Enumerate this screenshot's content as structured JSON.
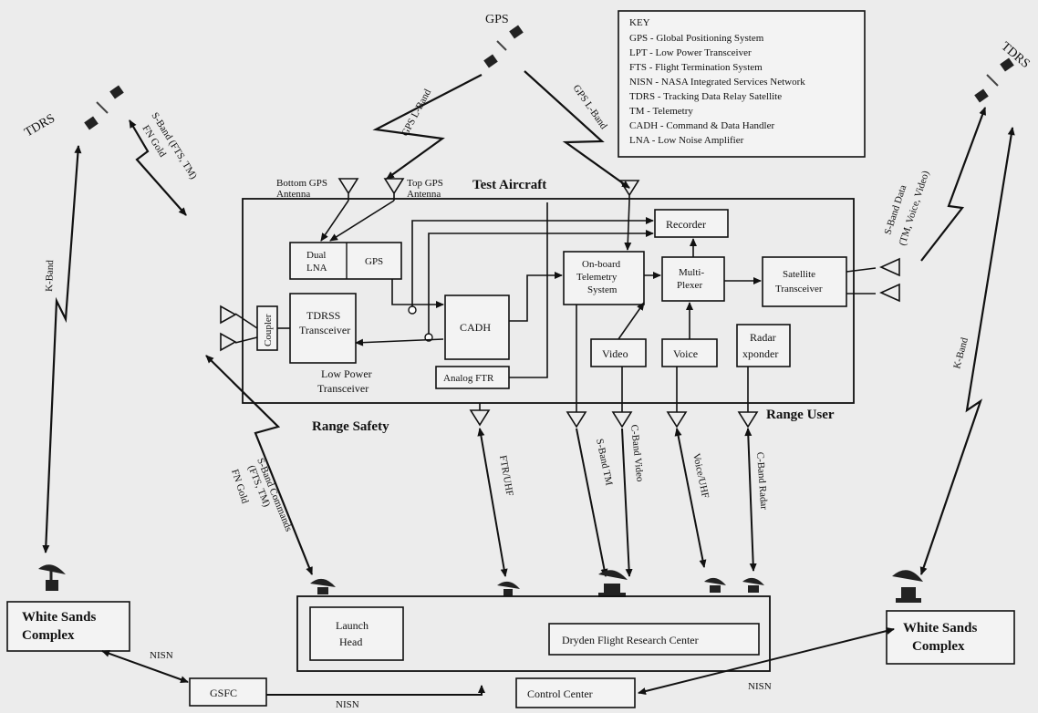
{
  "satellites": {
    "gps": "GPS",
    "tdrs_left": "TDRS",
    "tdrs_right": "TDRS"
  },
  "key": {
    "title": "KEY",
    "entries": [
      "GPS - Global Positioning System",
      "LPT - Low Power Transceiver",
      "FTS - Flight Termination System",
      "NISN - NASA Integrated Services Network",
      "TDRS - Tracking Data Relay Satellite",
      "TM - Telemetry",
      "CADH - Command & Data Handler",
      "LNA - Low Noise Amplifier"
    ]
  },
  "aircraft": {
    "title": "Test Aircraft",
    "range_safety": "Range Safety",
    "range_user": "Range User",
    "bottom_gps_antenna": [
      "Bottom GPS",
      "Antenna"
    ],
    "top_gps_antenna": [
      "Top GPS",
      "Antenna"
    ],
    "low_power_transceiver": [
      "Low Power",
      "Transceiver"
    ]
  },
  "blocks": {
    "dual_lna": [
      "Dual",
      "LNA"
    ],
    "gps": "GPS",
    "coupler": "Coupler",
    "tdrss_transceiver": [
      "TDRSS",
      "Transceiver"
    ],
    "cadh": "CADH",
    "analog_ftr": "Analog FTR",
    "recorder": "Recorder",
    "onboard_telemetry": [
      "On-board",
      "Telemetry",
      "System"
    ],
    "multiplexer": [
      "Multi-",
      "Plexer"
    ],
    "satellite_transceiver": [
      "Satellite",
      "Transceiver"
    ],
    "video": "Video",
    "voice": "Voice",
    "radar_xponder": [
      "Radar",
      "xponder"
    ]
  },
  "links": {
    "gps_l_band_left": "GPS L-Band",
    "gps_l_band_right": "GPS L-Band",
    "s_band_left": [
      "S-Band (FTS, TM)",
      "FN Gold"
    ],
    "k_band_left": "K-Band",
    "s_band_commands": [
      "S-Band Commands",
      "(FTS, TM)"
    ],
    "fn_gold": "FN Gold",
    "s_band_data": [
      "S-Band Data",
      "(TM, Voice, Video)"
    ],
    "k_band_right": "K-Band",
    "ftr_uhf": "FTR/UHF",
    "s_band_tm": "S-Band TM",
    "c_band_video": "C-Band Video",
    "voice_uhf": "Voice/UHF",
    "c_band_radar": "C-Band Radar",
    "nisn_left": "NISN",
    "nisn_bottom": "NISN",
    "nisn_right": "NISN"
  },
  "ground": {
    "white_sands_left": [
      "White Sands",
      "Complex"
    ],
    "white_sands_right": [
      "White Sands",
      "Complex"
    ],
    "launch_head": [
      "Launch",
      "Head"
    ],
    "dryden": "Dryden Flight Research Center",
    "gsfc": "GSFC",
    "control_center": "Control Center"
  }
}
